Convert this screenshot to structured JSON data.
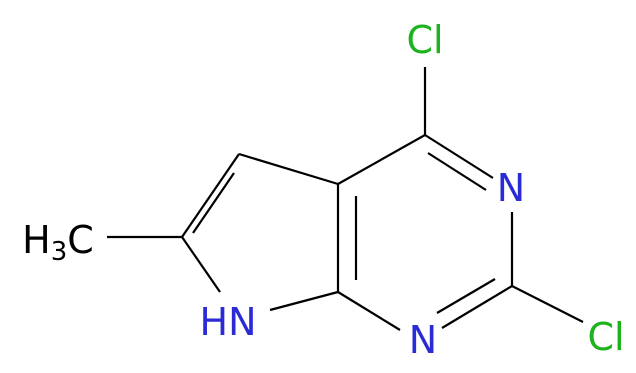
{
  "molecule": {
    "atoms": {
      "cl_top": {
        "symbol": "Cl",
        "color": "#1db31d"
      },
      "n_ring_top": {
        "symbol": "N",
        "color": "#2b2bd6"
      },
      "n_ring_bottom": {
        "symbol": "N",
        "color": "#2b2bd6"
      },
      "cl_bottom": {
        "symbol": "Cl",
        "color": "#1db31d"
      },
      "nh": {
        "symbol": "HN",
        "color": "#2b2bd6"
      },
      "methyl": {
        "main": "H",
        "sub": "3",
        "tail": "C",
        "color": "#000000"
      }
    },
    "bond_color": "#000000"
  }
}
